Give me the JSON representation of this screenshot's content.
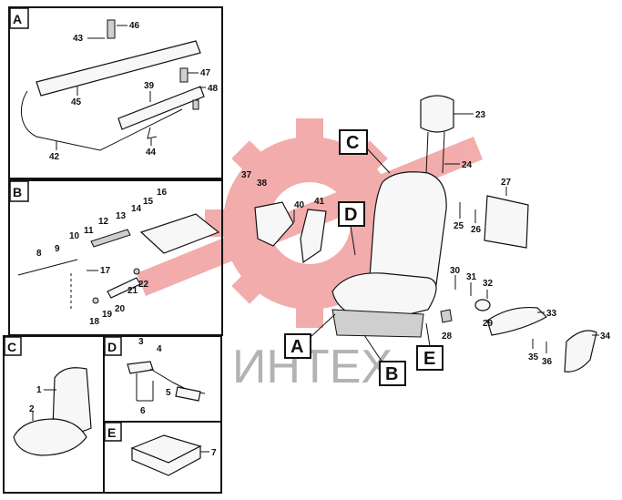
{
  "watermark": {
    "text": "ИНТЕХ",
    "color": "#e05a5a"
  },
  "panels": {
    "A": {
      "letter": "A",
      "numbers": [
        "46",
        "43",
        "45",
        "47",
        "39",
        "48",
        "44",
        "42"
      ]
    },
    "B": {
      "letter": "B",
      "numbers": [
        "16",
        "15",
        "14",
        "13",
        "12",
        "11",
        "10",
        "9",
        "8",
        "17",
        "22",
        "21",
        "20",
        "19",
        "18"
      ]
    },
    "C": {
      "letter": "C",
      "numbers": [
        "1",
        "2"
      ]
    },
    "D": {
      "letter": "D",
      "numbers": [
        "3",
        "4",
        "5",
        "6"
      ]
    },
    "E": {
      "letter": "E",
      "numbers": [
        "7"
      ]
    }
  },
  "main": {
    "callouts": {
      "C": "C",
      "D": "D",
      "A": "A",
      "B": "B",
      "E": "E"
    },
    "numbers": [
      "23",
      "24",
      "27",
      "25",
      "26",
      "37",
      "38",
      "40",
      "41",
      "30",
      "31",
      "32",
      "29",
      "28",
      "33",
      "35",
      "36",
      "34"
    ]
  }
}
